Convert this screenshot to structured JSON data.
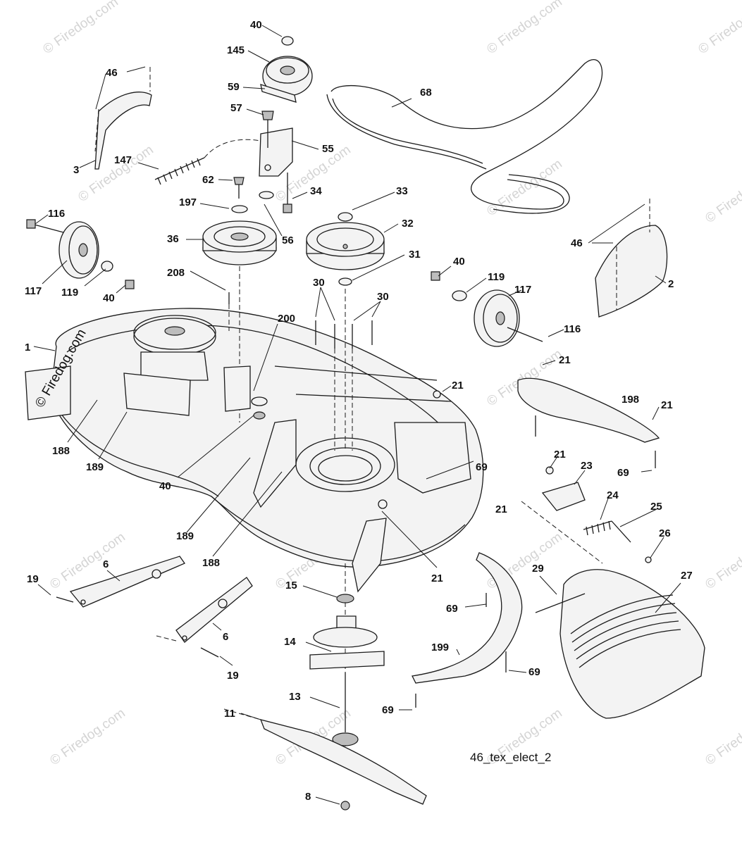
{
  "diagram": {
    "caption": "46_tex_elect_2",
    "watermark_text": "© Firedog.com",
    "colors": {
      "line": "#1a1a1a",
      "part_fill": "#f3f3f3",
      "part_dark": "#bdbdbd",
      "deck_fill": "#f6f6f6",
      "watermark": "#d4d4d4"
    },
    "callouts": [
      {
        "id": "c40a",
        "text": "40"
      },
      {
        "id": "c145",
        "text": "145"
      },
      {
        "id": "c46a",
        "text": "46"
      },
      {
        "id": "c59",
        "text": "59"
      },
      {
        "id": "c68",
        "text": "68"
      },
      {
        "id": "c57",
        "text": "57"
      },
      {
        "id": "c55",
        "text": "55"
      },
      {
        "id": "c3",
        "text": "3"
      },
      {
        "id": "c147",
        "text": "147"
      },
      {
        "id": "c62",
        "text": "62"
      },
      {
        "id": "c34",
        "text": "34"
      },
      {
        "id": "c33",
        "text": "33"
      },
      {
        "id": "c197",
        "text": "197"
      },
      {
        "id": "c116a",
        "text": "116"
      },
      {
        "id": "c32",
        "text": "32"
      },
      {
        "id": "c36",
        "text": "36"
      },
      {
        "id": "c56",
        "text": "56"
      },
      {
        "id": "c46b",
        "text": "46"
      },
      {
        "id": "c31",
        "text": "31"
      },
      {
        "id": "c40b",
        "text": "40"
      },
      {
        "id": "c119a",
        "text": "119"
      },
      {
        "id": "c2",
        "text": "2"
      },
      {
        "id": "c208",
        "text": "208"
      },
      {
        "id": "c117a",
        "text": "117"
      },
      {
        "id": "c119b",
        "text": "119"
      },
      {
        "id": "c40c",
        "text": "40"
      },
      {
        "id": "c30a",
        "text": "30"
      },
      {
        "id": "c30b",
        "text": "30"
      },
      {
        "id": "c117b",
        "text": "117"
      },
      {
        "id": "c200",
        "text": "200"
      },
      {
        "id": "c116b",
        "text": "116"
      },
      {
        "id": "c1",
        "text": "1"
      },
      {
        "id": "c21a",
        "text": "21"
      },
      {
        "id": "c21b",
        "text": "21"
      },
      {
        "id": "c198",
        "text": "198"
      },
      {
        "id": "c21c",
        "text": "21"
      },
      {
        "id": "c188a",
        "text": "188"
      },
      {
        "id": "c189a",
        "text": "189"
      },
      {
        "id": "c40d",
        "text": "40"
      },
      {
        "id": "c69a",
        "text": "69"
      },
      {
        "id": "c21d",
        "text": "21"
      },
      {
        "id": "c23",
        "text": "23"
      },
      {
        "id": "c69b",
        "text": "69"
      },
      {
        "id": "c21e",
        "text": "21"
      },
      {
        "id": "c24",
        "text": "24"
      },
      {
        "id": "c25",
        "text": "25"
      },
      {
        "id": "c189b",
        "text": "189"
      },
      {
        "id": "c26",
        "text": "26"
      },
      {
        "id": "c188b",
        "text": "188"
      },
      {
        "id": "c19a",
        "text": "19"
      },
      {
        "id": "c6a",
        "text": "6"
      },
      {
        "id": "c21f",
        "text": "21"
      },
      {
        "id": "c27",
        "text": "27"
      },
      {
        "id": "c15",
        "text": "15"
      },
      {
        "id": "c29",
        "text": "29"
      },
      {
        "id": "c69c",
        "text": "69"
      },
      {
        "id": "c14",
        "text": "14"
      },
      {
        "id": "c6b",
        "text": "6"
      },
      {
        "id": "c199",
        "text": "199"
      },
      {
        "id": "c19b",
        "text": "19"
      },
      {
        "id": "c69d",
        "text": "69"
      },
      {
        "id": "c13",
        "text": "13"
      },
      {
        "id": "c69e",
        "text": "69"
      },
      {
        "id": "c11",
        "text": "11"
      },
      {
        "id": "c8",
        "text": "8"
      }
    ]
  }
}
